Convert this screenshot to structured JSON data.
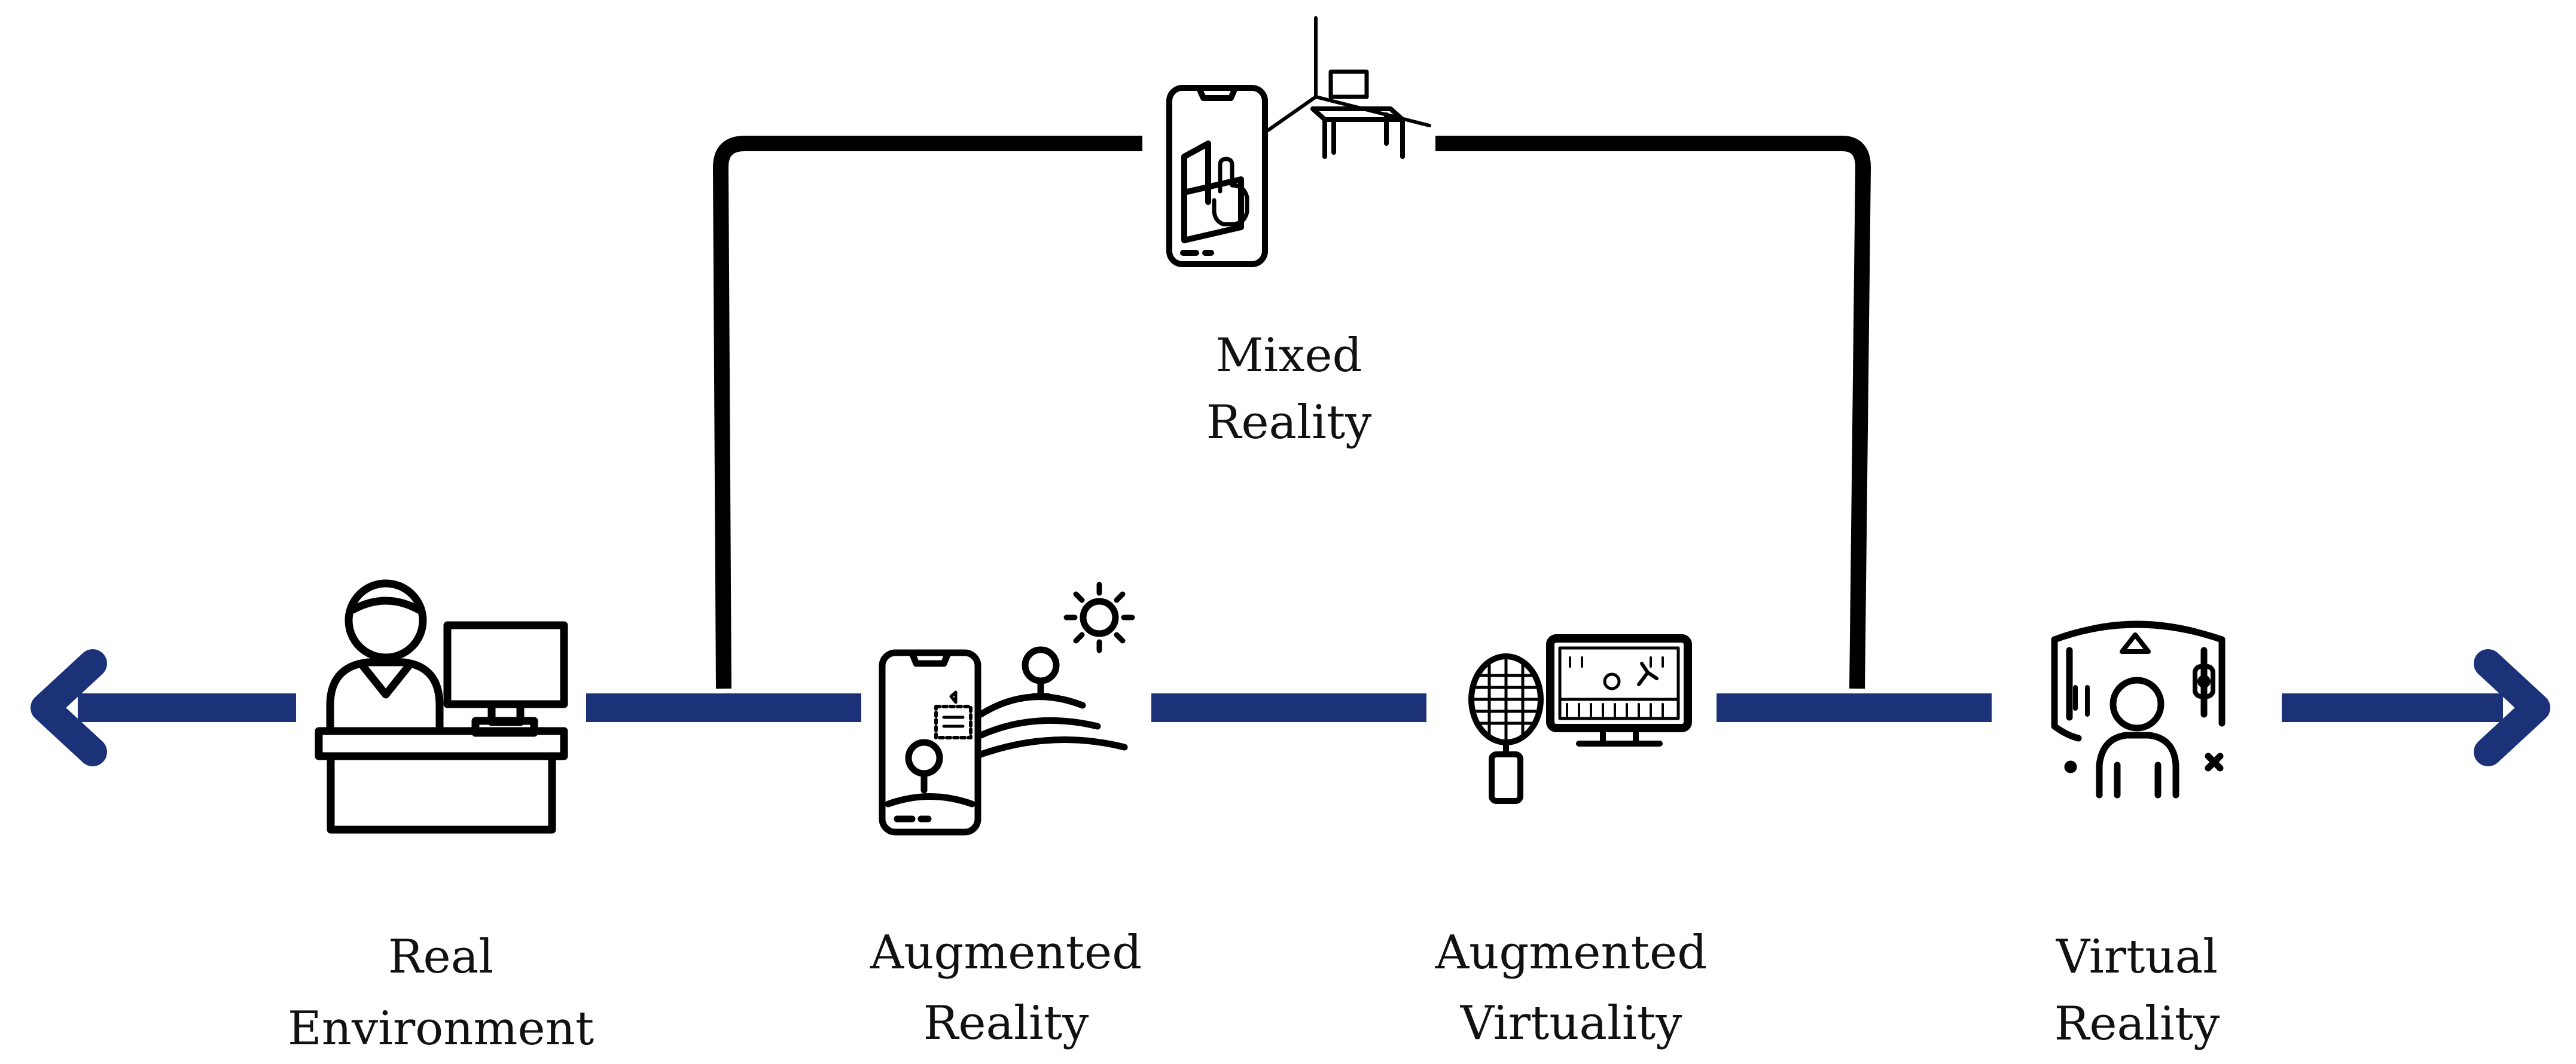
{
  "colors": {
    "axis": "#1b3278",
    "bracket": "#000000",
    "icon": "#000000"
  },
  "nodes": [
    {
      "id": "real",
      "line1": "Real",
      "line2": "Environment",
      "icon": "person-at-desk-icon"
    },
    {
      "id": "ar",
      "line1": "Augmented",
      "line2": "Reality",
      "icon": "phone-landscape-sun-icon"
    },
    {
      "id": "av",
      "line1": "Augmented",
      "line2": "Virtuality",
      "icon": "racket-monitor-icon"
    },
    {
      "id": "vr",
      "line1": "Virtual",
      "line2": "Reality",
      "icon": "vr-immersive-user-icon"
    }
  ],
  "mixed": {
    "line1": "Mixed",
    "line2": "Reality",
    "icon": "phone-room-table-icon"
  }
}
